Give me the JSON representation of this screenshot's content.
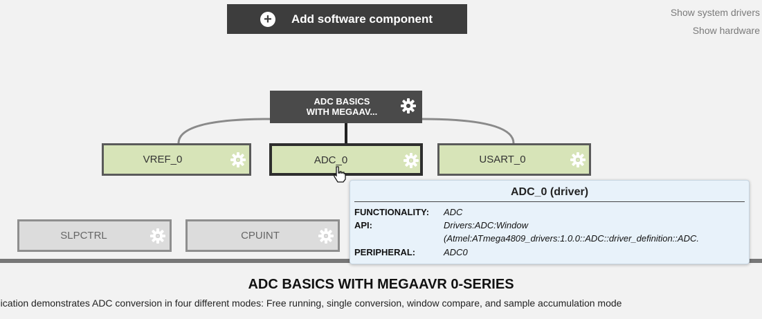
{
  "add_button": {
    "label": "Add software component",
    "icon": "plus-circle-icon"
  },
  "links": {
    "system_drivers": "Show system drivers",
    "hardware": "Show hardware"
  },
  "app_node": {
    "title": "ADC BASICS\nWITH MEGAAV...",
    "icon": "gear-icon"
  },
  "nodes": {
    "vref": {
      "label": "VREF_0",
      "icon": "gear-icon"
    },
    "adc": {
      "label": "ADC_0",
      "icon": "gear-icon"
    },
    "usart": {
      "label": "USART_0",
      "icon": "gear-icon"
    },
    "slpctrl": {
      "label": "SLPCTRL",
      "icon": "gear-icon"
    },
    "cpuint": {
      "label": "CPUINT",
      "icon": "gear-icon"
    }
  },
  "tooltip": {
    "title": "ADC_0 (driver)",
    "functionality_label": "FUNCTIONALITY:",
    "functionality_value": "ADC",
    "api_label": "API:",
    "api_value_line1": "Drivers:ADC:Window",
    "api_value_line2": "(Atmel:ATmega4809_drivers:1.0.0::ADC::driver_definition::ADC.",
    "peripheral_label": "PERIPHERAL:",
    "peripheral_value": "ADC0"
  },
  "footer": {
    "title": "ADC BASICS WITH MEGAAVR 0-SERIES",
    "description": "pplication demonstrates ADC conversion in four different modes: Free running, single conversion, window compare, and sample accumulation mode"
  },
  "colors": {
    "dark_node": "#4a4a4a",
    "driver_node": "#d7e4b8",
    "system_node": "#dcdcdc",
    "tooltip_bg": "#e8f2fa"
  }
}
